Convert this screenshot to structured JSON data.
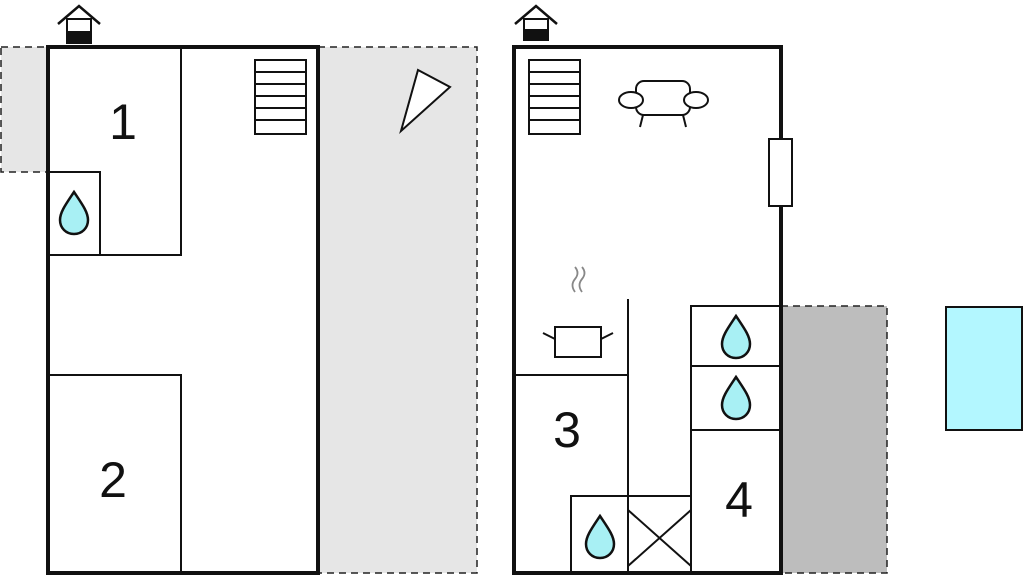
{
  "rooms": [
    {
      "number": "1"
    },
    {
      "number": "2"
    },
    {
      "number": "3"
    },
    {
      "number": "4"
    }
  ],
  "icons": {
    "entrance": "house-entrance-icon",
    "stairs": "stairs-icon",
    "bathroom": "water-drop-icon",
    "sofa": "sofa-icon",
    "kitchen": "cooking-pot-icon",
    "shower": "crossed-box-icon",
    "pool": "pool-icon",
    "terrace": "terrace-area",
    "window": "window-icon",
    "lamp": "triangle-lamp-icon"
  },
  "colors": {
    "wall": "#111111",
    "terrace": "#e6e6e6",
    "terrace_dark": "#bdbdbd",
    "water": "#a8f0f4",
    "pool": "#b3f7ff"
  }
}
